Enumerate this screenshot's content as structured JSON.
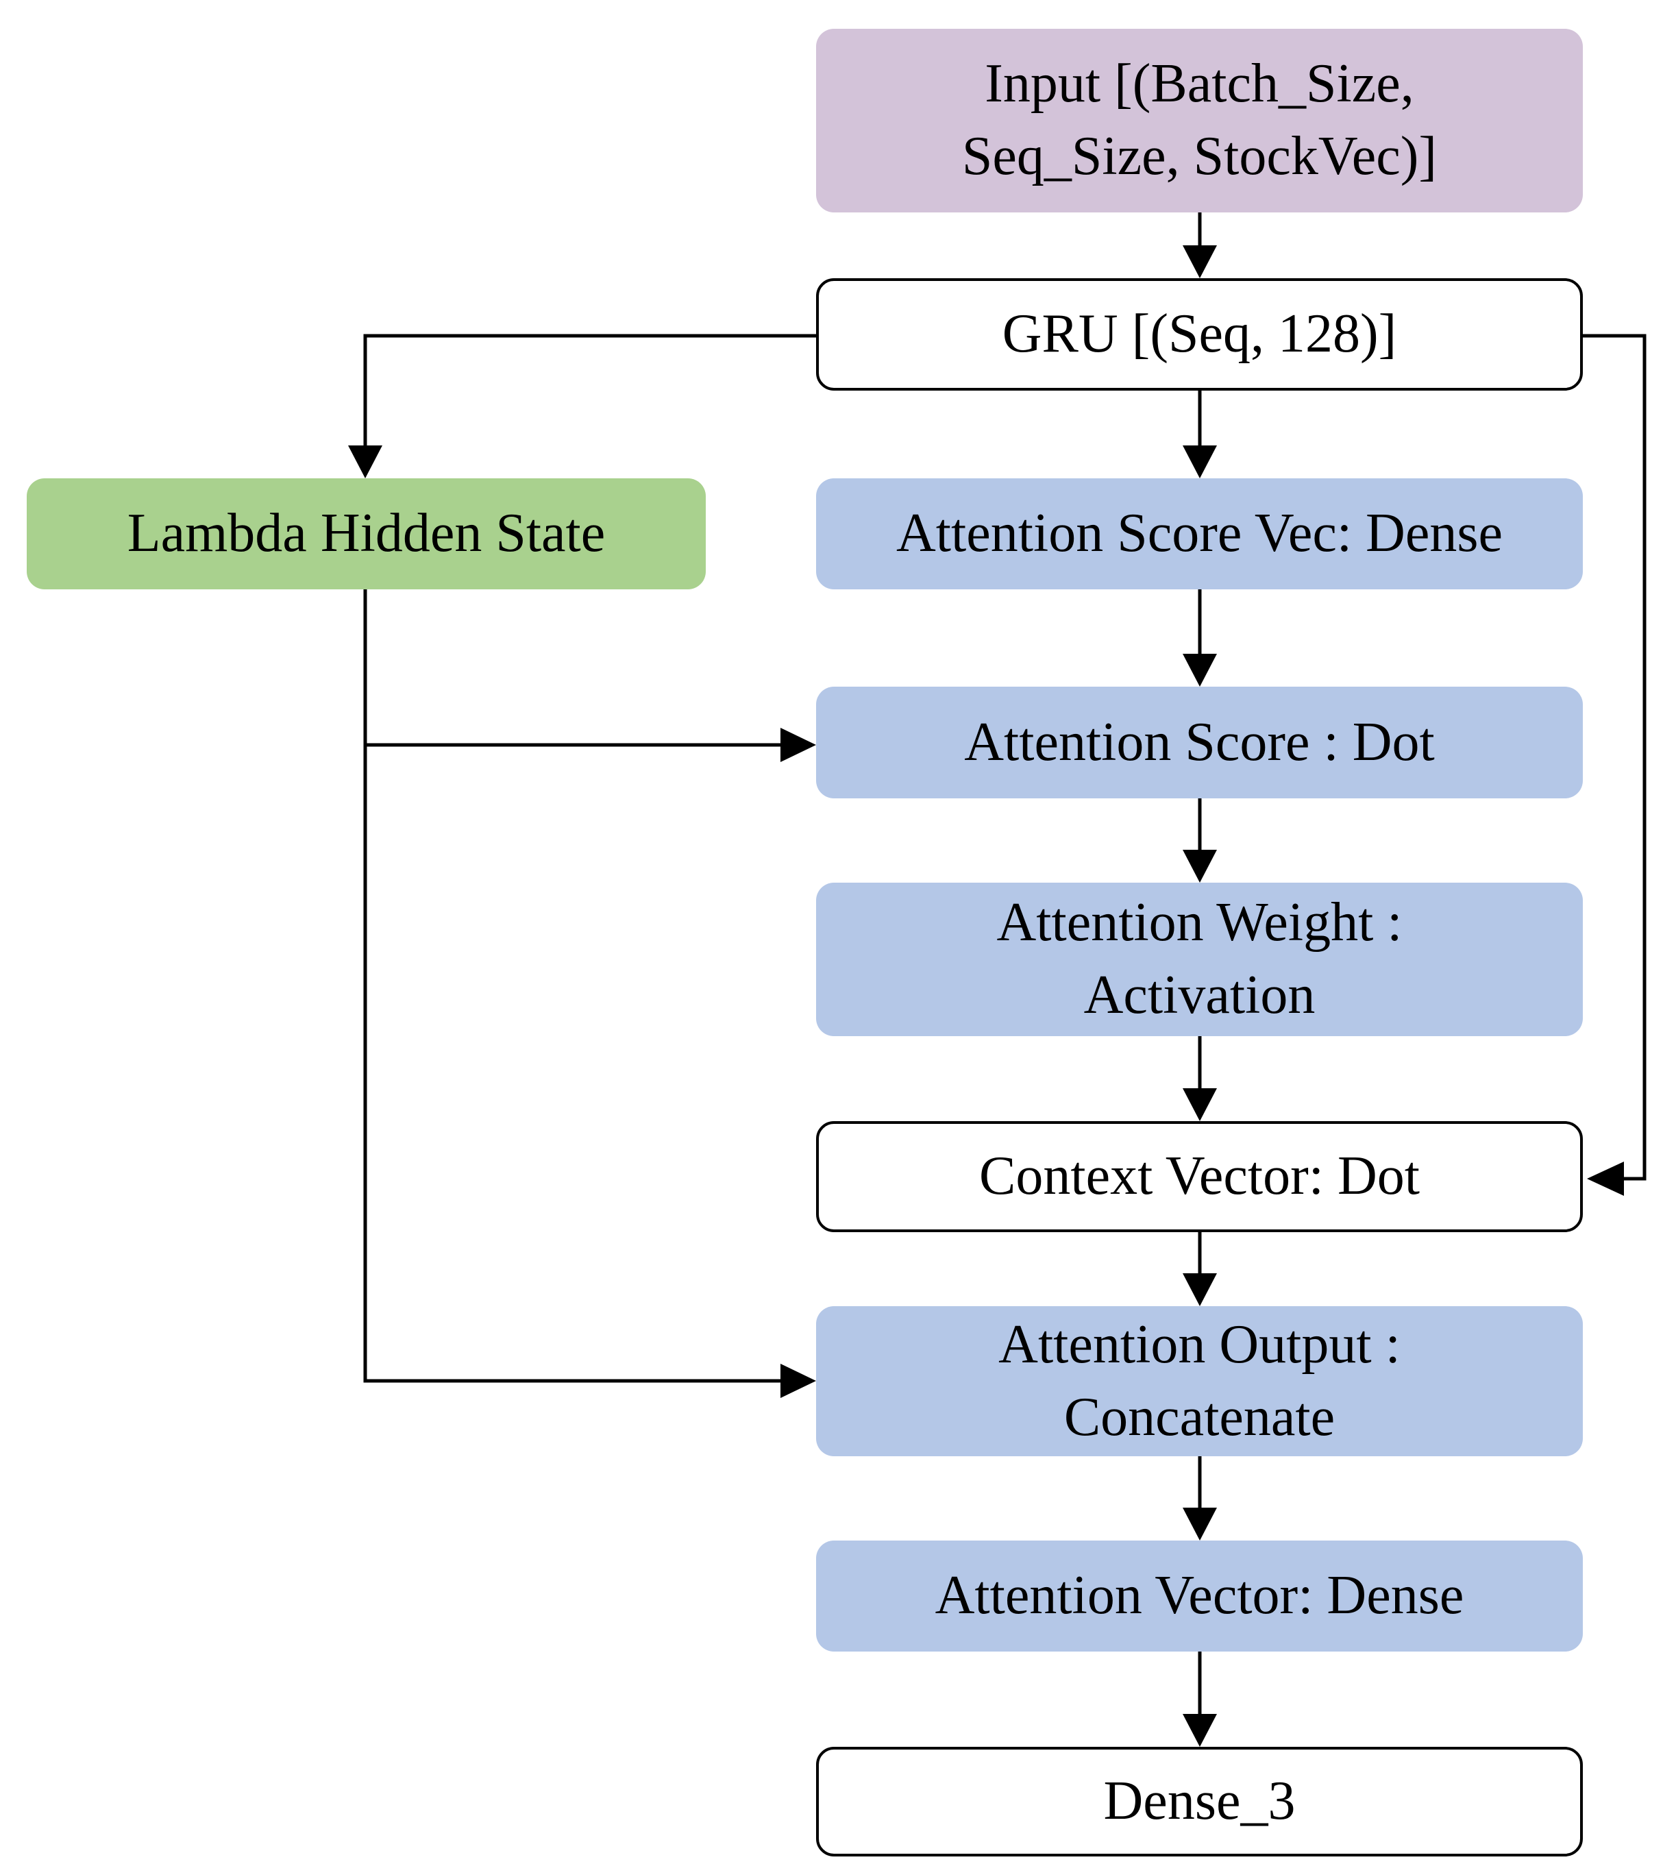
{
  "diagram": {
    "nodes": {
      "input": {
        "label": "Input [(Batch_Size,\nSeq_Size, StockVec)]",
        "fill": "#d3c3d9"
      },
      "gru": {
        "label": "GRU [(Seq, 128)]",
        "fill": "#ffffff"
      },
      "lambda_hidden_state": {
        "label": "Lambda Hidden State",
        "fill": "#a9d18e"
      },
      "attention_score_vec": {
        "label": "Attention Score Vec: Dense",
        "fill": "#b4c7e7"
      },
      "attention_score": {
        "label": "Attention Score : Dot",
        "fill": "#b4c7e7"
      },
      "attention_weight": {
        "label": "Attention Weight :\nActivation",
        "fill": "#b4c7e7"
      },
      "context_vector": {
        "label": "Context Vector: Dot",
        "fill": "#ffffff"
      },
      "attention_output": {
        "label": "Attention Output :\nConcatenate",
        "fill": "#b4c7e7"
      },
      "attention_vector": {
        "label": "Attention Vector: Dense",
        "fill": "#b4c7e7"
      },
      "dense_3": {
        "label": "Dense_3",
        "fill": "#ffffff"
      }
    },
    "edges": [
      {
        "from": "input",
        "to": "gru"
      },
      {
        "from": "gru",
        "to": "attention_score_vec"
      },
      {
        "from": "gru",
        "to": "lambda_hidden_state"
      },
      {
        "from": "gru",
        "to": "context_vector"
      },
      {
        "from": "attention_score_vec",
        "to": "attention_score"
      },
      {
        "from": "lambda_hidden_state",
        "to": "attention_score"
      },
      {
        "from": "attention_score",
        "to": "attention_weight"
      },
      {
        "from": "attention_weight",
        "to": "context_vector"
      },
      {
        "from": "context_vector",
        "to": "attention_output"
      },
      {
        "from": "lambda_hidden_state",
        "to": "attention_output"
      },
      {
        "from": "attention_output",
        "to": "attention_vector"
      },
      {
        "from": "attention_vector",
        "to": "dense_3"
      }
    ]
  }
}
